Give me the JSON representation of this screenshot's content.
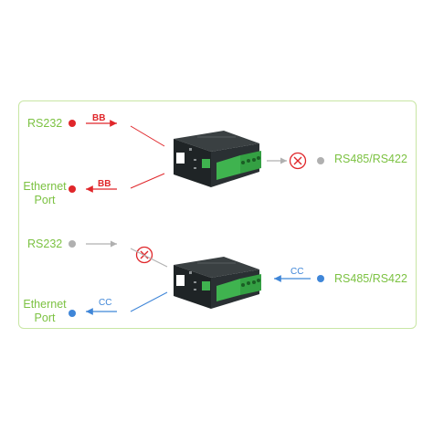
{
  "panel1": {
    "rs232": "RS232",
    "ethernet_line1": "Ethernet",
    "ethernet_line2": "Port",
    "rs485": "RS485/RS422",
    "to_device_label": "BB",
    "from_device_label": "BB"
  },
  "panel2": {
    "rs232": "RS232",
    "ethernet_line1": "Ethernet",
    "ethernet_line2": "Port",
    "rs485": "RS485/RS422",
    "to_device_label": "CC",
    "from_device_label": "CC"
  },
  "colors": {
    "label_green": "#7cc242",
    "active_red": "#e0262a",
    "inactive_gray": "#b0b0b0",
    "active_blue": "#3f86d8",
    "frame_border": "#c8e6a4",
    "device_body": "#1f2426",
    "terminal_green": "#3fb34f"
  }
}
